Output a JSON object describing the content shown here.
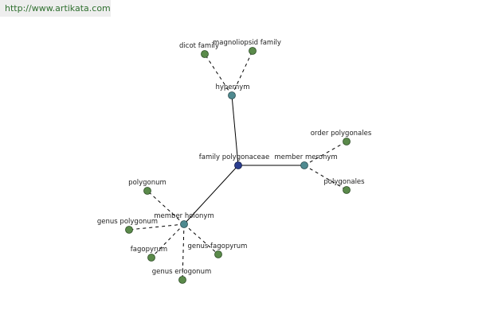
{
  "header": {
    "url": "http://www.artikata.com"
  },
  "colors": {
    "word": "#5a8a4a",
    "relation": "#4f8a90",
    "center": "#2a3d8f",
    "edge": "#000000"
  },
  "graph": {
    "center": "family polygonaceae",
    "relations": [
      {
        "id": "hypernym",
        "label": "hypernym",
        "words": [
          "dicot family",
          "magnoliopsid family"
        ]
      },
      {
        "id": "member-meronym",
        "label": "member meronym",
        "words": [
          "order polygonales",
          "polygonales"
        ]
      },
      {
        "id": "member-holonym",
        "label": "member holonym",
        "words": [
          "polygonum",
          "genus polygonum",
          "fagopyrum",
          "genus fagopyrum",
          "genus eriogonum"
        ]
      }
    ]
  }
}
